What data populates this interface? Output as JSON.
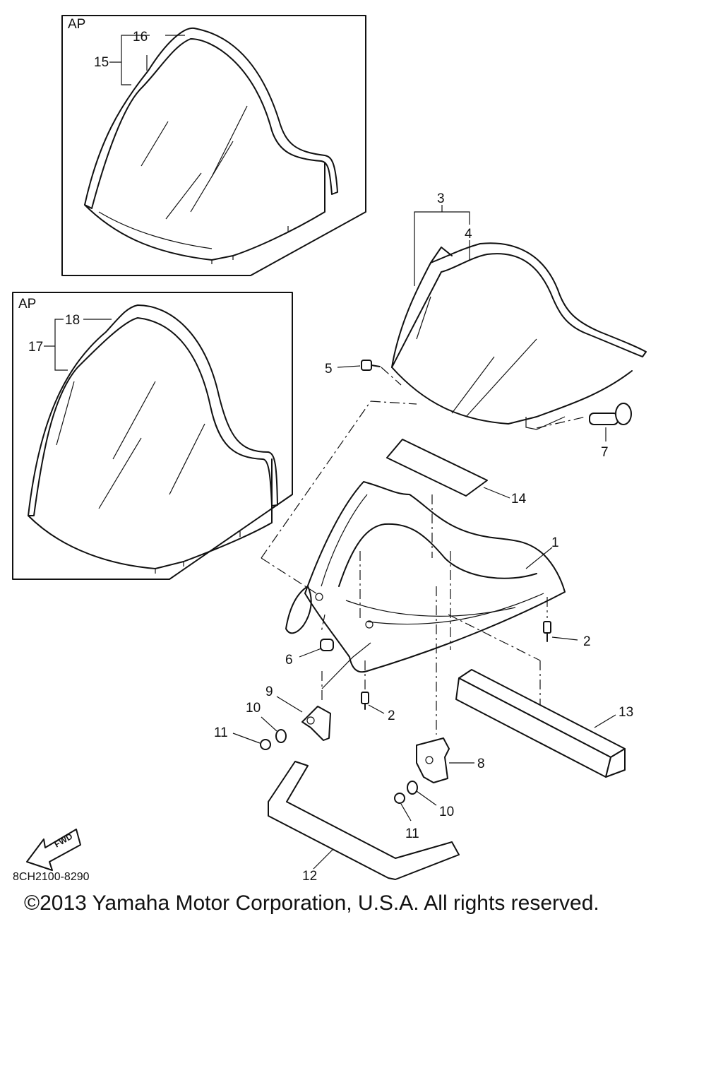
{
  "diagram": {
    "panels": [
      {
        "label": "AP"
      },
      {
        "label": "AP"
      }
    ],
    "callouts": [
      "1",
      "2",
      "2",
      "3",
      "4",
      "5",
      "6",
      "7",
      "8",
      "9",
      "10",
      "10",
      "11",
      "11",
      "12",
      "13",
      "14",
      "15",
      "16",
      "17",
      "18"
    ],
    "fwd_label": "FWD",
    "part_code": "8CH2100-8290"
  },
  "footer": {
    "copyright": "©2013 Yamaha Motor Corporation, U.S.A. All rights reserved."
  }
}
